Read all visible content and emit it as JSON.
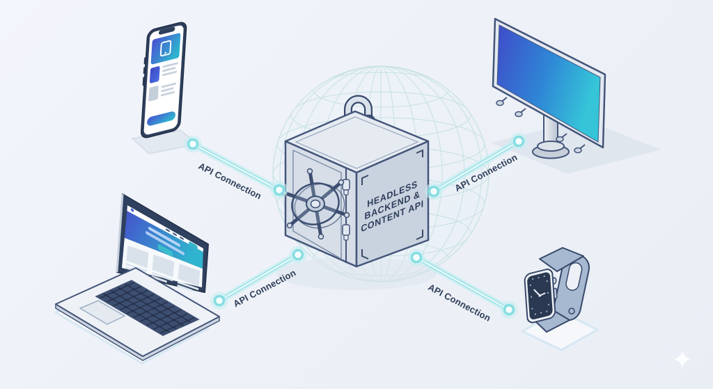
{
  "vault": {
    "icon": "vault-safe-icon",
    "lock_icon": "padlock-icon",
    "wheel_icon": "vault-wheel-icon",
    "lines": [
      "HEADLESS",
      "BACKEND &",
      "CONTENT API"
    ]
  },
  "connections": [
    {
      "id": "phone",
      "label": "API Connection"
    },
    {
      "id": "billboard",
      "label": "API Connection"
    },
    {
      "id": "laptop",
      "label": "API Connection"
    },
    {
      "id": "watch",
      "label": "API Connection"
    }
  ],
  "devices": [
    {
      "icon": "smartphone-icon"
    },
    {
      "icon": "billboard-display-icon"
    },
    {
      "icon": "laptop-icon"
    },
    {
      "icon": "smartwatch-icon"
    }
  ],
  "background_icon": "globe-wireframe-icon",
  "colors": {
    "background": "#edf1f7",
    "outline_navy": "#44557a",
    "accent_cyan": "#86dde2",
    "gradient_indigo": "#4757ce",
    "gradient_teal": "#2fb9d6",
    "lock_blue": "#8fb4e6",
    "band_blue_gray": "#a6b9d0"
  }
}
